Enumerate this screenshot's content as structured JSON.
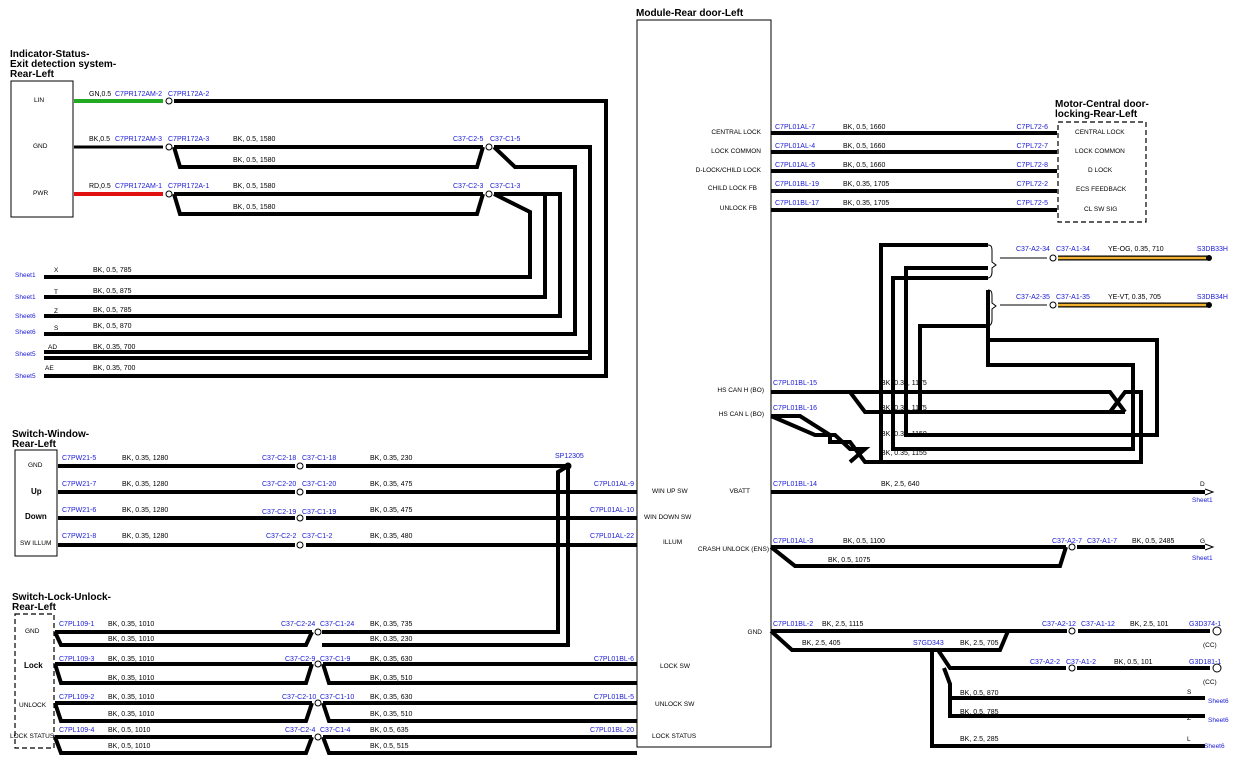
{
  "colors": {
    "wire": "#000000",
    "connector_label": "#1a1ad8",
    "green_wire": "#22aa22",
    "red_wire": "#e01010",
    "yellow_wire": "#f0b030"
  },
  "components": {
    "module": {
      "title": "Module-Rear door-Left",
      "pins_left": [
        "WIN UP SW",
        "WIN DOWN SW",
        "ILLUM",
        "LOCK SW",
        "UNLOCK SW",
        "LOCK STATUS"
      ],
      "pins_right": [
        "CENTRAL LOCK",
        "LOCK COMMON",
        "D-LOCK/CHILD LOCK",
        "CHILD LOCK FB",
        "UNLOCK FB",
        "HS CAN H (BO)",
        "HS CAN L (BO)",
        "VBATT",
        "CRASH UNLOCK (ENS)",
        "GND"
      ]
    },
    "indicator": {
      "title_lines": [
        "Indicator-Status-",
        "Exit detection system-",
        "Rear-Left"
      ],
      "pins": [
        "LIN",
        "GND",
        "PWR"
      ]
    },
    "switch_window": {
      "title_lines": [
        "Switch-Window-",
        "Rear-Left"
      ],
      "pins": [
        "GND",
        "Up",
        "Down",
        "SW ILLUM"
      ]
    },
    "switch_lock": {
      "title_lines": [
        "Switch-Lock-Unlock-",
        "Rear-Left"
      ],
      "pins": [
        "GND",
        "Lock",
        "UNLOCK",
        "LOCK STATUS"
      ]
    },
    "motor": {
      "title_lines": [
        "Motor-Central door-",
        "locking-Rear-Left"
      ],
      "pins": [
        "CENTRAL LOCK",
        "LOCK COMMON",
        "D LOCK",
        "ECS FEEDBACK",
        "CL SW SIG"
      ]
    }
  },
  "indicator_wires": [
    {
      "spec": "GN,0.5",
      "c1": "C7PR172AM-2",
      "c2": "C7PR172A-2"
    },
    {
      "spec": "BK,0.5",
      "c1": "C7PR172AM-3",
      "c2": "C7PR172A-3",
      "w1": "BK,  0.5,  1580",
      "w2": "BK,  0.5,  1580",
      "c3": "C37-C2-5",
      "c4": "C37-C1-5"
    },
    {
      "spec": "RD,0.5",
      "c1": "C7PR172AM-1",
      "c2": "C7PR172A-1",
      "w1": "BK,  0.5,  1580",
      "w2": "BK,  0.5,  1580",
      "c3": "C37-C2-3",
      "c4": "C37-C1-3"
    }
  ],
  "sheet_refs": [
    {
      "sheet": "Sheet1",
      "tag": "X",
      "wire": "BK,  0.5,  785"
    },
    {
      "sheet": "Sheet1",
      "tag": "T",
      "wire": "BK,  0.5,  875"
    },
    {
      "sheet": "Sheet6",
      "tag": "Z",
      "wire": "BK,  0.5,  785"
    },
    {
      "sheet": "Sheet6",
      "tag": "S",
      "wire": "BK,  0.5,  870"
    },
    {
      "sheet": "Sheet5",
      "tag": "AD",
      "wire": "BK,  0.35,  700"
    },
    {
      "sheet": "Sheet5",
      "tag": "AE",
      "wire": "BK,  0.35,  700"
    }
  ],
  "window_wires": [
    {
      "c1": "C7PW21-5",
      "w1": "BK,  0.35,  1280",
      "c2": "C37-C2-18",
      "c3": "C37-C1-18",
      "w2": "BK,  0.35,  230",
      "c4": ""
    },
    {
      "c1": "C7PW21-7",
      "w1": "BK,  0.35,  1280",
      "c2": "C37-C2-20",
      "c3": "C37-C1-20",
      "w2": "BK,  0.35,  475",
      "c4": "C7PL01AL-9"
    },
    {
      "c1": "C7PW21-6",
      "w1": "BK,  0.35,  1280",
      "c2": "C37-C2-19",
      "c3": "C37-C1-19",
      "w2": "BK,  0.35,  475",
      "c4": "C7PL01AL-10"
    },
    {
      "c1": "C7PW21-8",
      "w1": "BK,  0.35,  1280",
      "c2": "C37-C2-2",
      "c3": "C37-C1-2",
      "w2": "BK,  0.35,  480",
      "c4": "C7PL01AL-22"
    }
  ],
  "splice": "SP12305",
  "lock_wires": [
    {
      "c1": "C7PL109-1",
      "w1": "BK,  0.35,  1010",
      "w1b": "BK,  0.35,  1010",
      "c2": "C37-C2-24",
      "c3": "C37-C1-24",
      "w2": "BK,  0.35,  735",
      "w2b": "BK,  0.35,  230",
      "c4": ""
    },
    {
      "c1": "C7PL109-3",
      "w1": "BK,  0.35,  1010",
      "w1b": "BK,  0.35,  1010",
      "c2": "C37-C2-9",
      "c3": "C37-C1-9",
      "w2": "BK,  0.35,  630",
      "w2b": "BK,  0.35,  510",
      "c4": "C7PL01BL-6"
    },
    {
      "c1": "C7PL109-2",
      "w1": "BK,  0.35,  1010",
      "w1b": "BK,  0.35,  1010",
      "c2": "C37-C2-10",
      "c3": "C37-C1-10",
      "w2": "BK,  0.35,  630",
      "w2b": "BK,  0.35,  510",
      "c4": "C7PL01BL-5"
    },
    {
      "c1": "C7PL109-4",
      "w1": "BK,  0.5,  1010",
      "w1b": "BK,  0.5,  1010",
      "c2": "C37-C2-4",
      "c3": "C37-C1-4",
      "w2": "BK,  0.5,  635",
      "w2b": "BK,  0.5,  515",
      "c4": "C7PL01BL-20"
    }
  ],
  "motor_wires": [
    {
      "c1": "C7PL01AL-7",
      "w": "BK,  0.5,  1660",
      "c2": "C7PL72-6"
    },
    {
      "c1": "C7PL01AL-4",
      "w": "BK,  0.5,  1660",
      "c2": "C7PL72-7"
    },
    {
      "c1": "C7PL01AL-5",
      "w": "BK,  0.5,  1660",
      "c2": "C7PL72-8"
    },
    {
      "c1": "C7PL01BL-19",
      "w": "BK,  0.35,  1705",
      "c2": "C7PL72-2"
    },
    {
      "c1": "C7PL01BL-17",
      "w": "BK,  0.35,  1705",
      "c2": "C7PL72-5"
    }
  ],
  "can_ext": [
    {
      "c1": "C37-A2-34",
      "c2": "C37-A1-34",
      "w": "YE-OG,  0.35,  710",
      "end": "S3DB33H"
    },
    {
      "c1": "C37-A2-35",
      "c2": "C37-A1-35",
      "w": "YE-VT,  0.35,  705",
      "end": "S3DB34H"
    }
  ],
  "can_wires": {
    "c_h": "C7PL01BL-15",
    "c_l": "C7PL01BL-16",
    "w": [
      "BK,  0.35,  1175",
      "BK,  0.35,  1175",
      "BK,  0.35,  1150",
      "BK,  0.35,  1155"
    ]
  },
  "vbatt": {
    "c": "C7PL01BL-14",
    "w": "BK,  2.5,  640",
    "tag": "D",
    "sheet": "Sheet1"
  },
  "crash": {
    "c": "C7PL01AL-3",
    "w1": "BK,  0.5,  1100",
    "w2": "BK,  0.5,  1075",
    "c2": "C37-A2-7",
    "c3": "C37-A1-7",
    "w3": "BK,  0.5,  2485",
    "tag": "G",
    "sheet": "Sheet1"
  },
  "gnd": {
    "c": "C7PL01BL-2",
    "w1": "BK,  2.5,  1115",
    "c2": "C37-A2-12",
    "c3": "C37-A1-12",
    "w2": "BK,  2.5,  101",
    "g1": "G3D374-1",
    "cc1": "(CC)",
    "w3": "BK,  2.5,  405",
    "splice": "S7GD343",
    "w4": "BK,  2.5,  705",
    "c4": "C37-A2-2",
    "c5": "C37-A1-2",
    "w5": "BK,  0.5,  101",
    "g2": "G3D181-1",
    "cc2": "(CC)",
    "refs": [
      {
        "w": "BK,  0.5,  870",
        "tag": "S",
        "sheet": "Sheet6"
      },
      {
        "w": "BK,  0.5,  785",
        "tag": "Z",
        "sheet": "Sheet6"
      },
      {
        "w": "BK,  2.5,  285",
        "tag": "L",
        "sheet": "Sheet6"
      }
    ]
  }
}
